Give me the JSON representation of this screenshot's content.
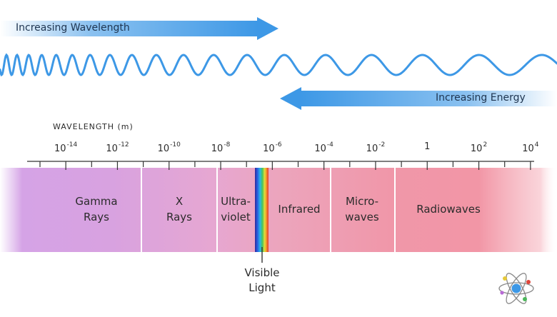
{
  "arrows": {
    "wavelength_label": "Increasing Wavelength",
    "energy_label": "Increasing Energy"
  },
  "axis": {
    "title": "WAVELENGTH (m)",
    "ticks": [
      {
        "base": "10",
        "exp": "-14"
      },
      {
        "base": "10",
        "exp": "-12"
      },
      {
        "base": "10",
        "exp": "-10"
      },
      {
        "base": "10",
        "exp": "-8"
      },
      {
        "base": "10",
        "exp": "-6"
      },
      {
        "base": "10",
        "exp": "-4"
      },
      {
        "base": "10",
        "exp": "-2"
      },
      {
        "base": "1",
        "exp": ""
      },
      {
        "base": "10",
        "exp": "2"
      },
      {
        "base": "10",
        "exp": "4"
      }
    ]
  },
  "bands": [
    {
      "id": "gamma",
      "label": "Gamma\nRays"
    },
    {
      "id": "xray",
      "label": "X\nRays"
    },
    {
      "id": "uv",
      "label": "Ultra-\nviolet"
    },
    {
      "id": "ir",
      "label": "Infrared"
    },
    {
      "id": "micro",
      "label": "Micro-\nwaves"
    },
    {
      "id": "radio",
      "label": "Radiowaves"
    }
  ],
  "visible_light": {
    "label": "Visible\nLight"
  },
  "colors": {
    "arrow": "#3d98e6",
    "wave": "#3d98e6",
    "gamma": "#cf9fe0",
    "xray": "#e4a6d6",
    "uv": "#eba6c4",
    "ir": "#ee9fb2",
    "micro": "#f096a8",
    "radio": "#f293a3"
  },
  "logo": {
    "name": "atom-icon"
  }
}
